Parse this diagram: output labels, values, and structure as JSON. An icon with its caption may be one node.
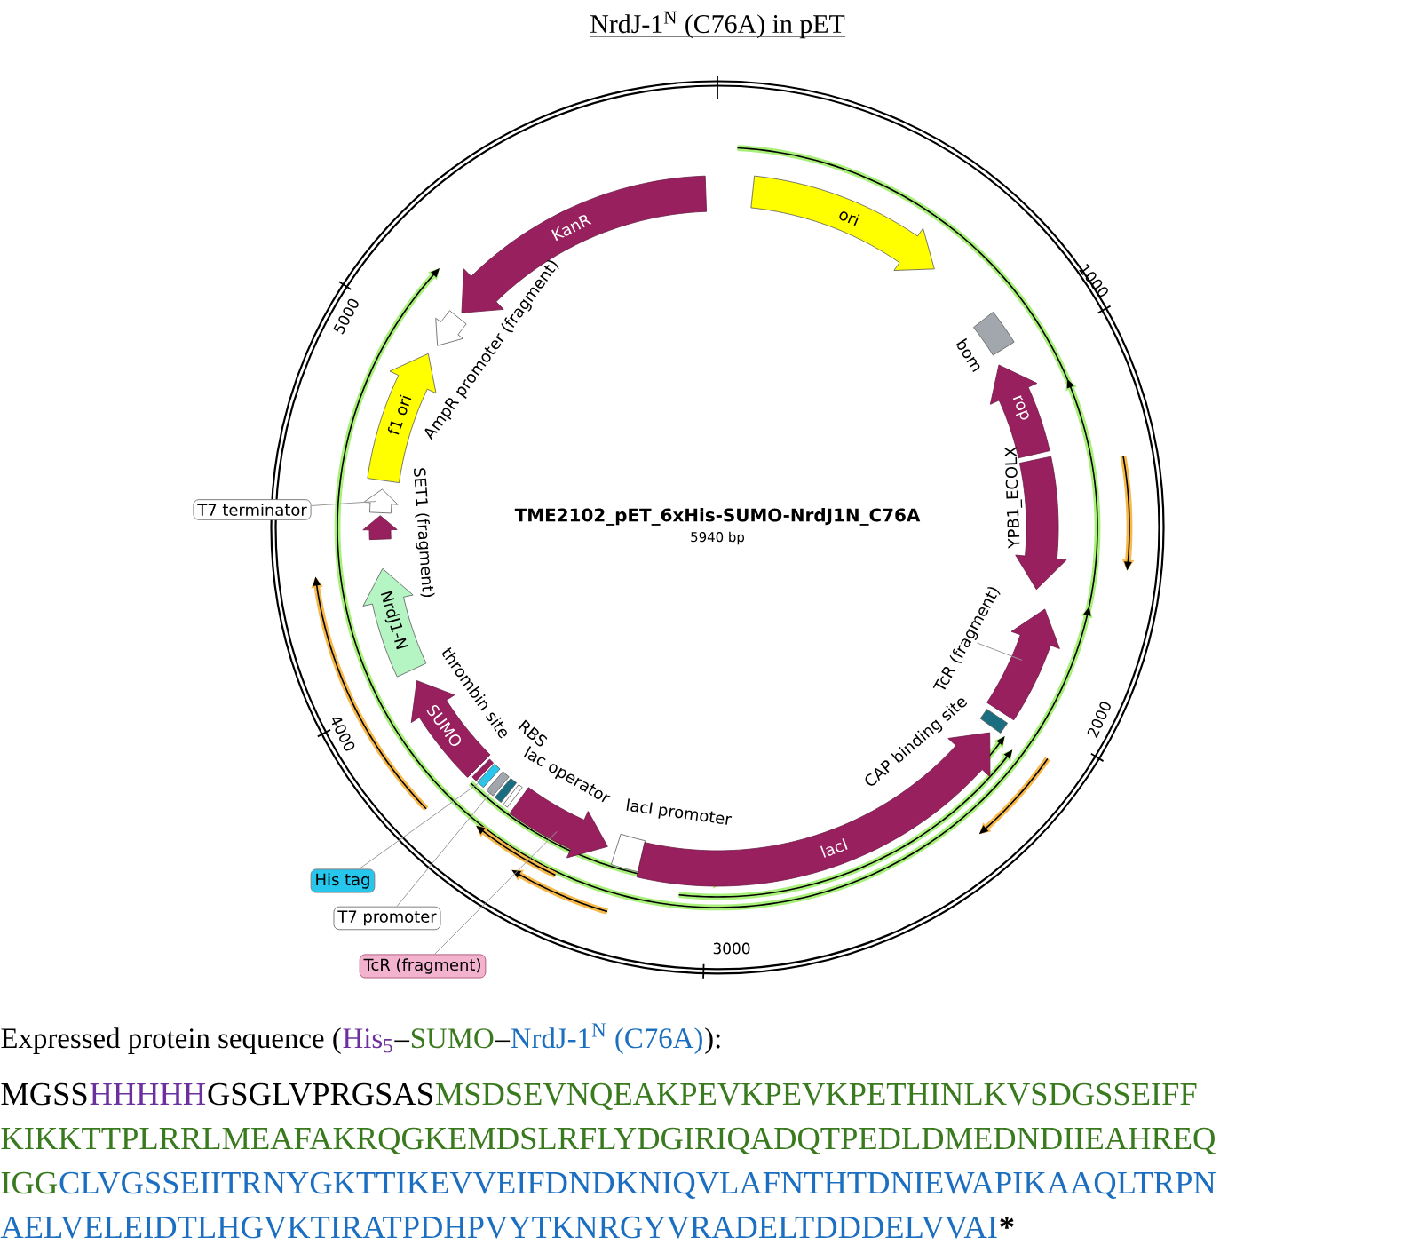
{
  "diagram": {
    "title": "NrdJ-1$^{N}$ (C76A) in pET",
    "nodes": [
      {
        "text": [
          "KanR"
        ]
      },
      {
        "text": [
          "ori"
        ]
      },
      {
        "text": [],
        "shape": "arrow",
        "beside": [
          "AmpR promoter (fragment)"
        ]
      },
      {
        "text": [],
        "shape": "box",
        "beside": [
          "bom"
        ]
      },
      {
        "text": [
          "f1 ori"
        ]
      },
      {
        "text": [
          "rop"
        ]
      },
      {
        "text": [
          "T7 terminator"
        ]
      },
      {
        "text": [],
        "shape": "arrow"
      },
      {
        "text": [],
        "shape": "arrow"
      },
      {
        "text": [],
        "shape": "arrow",
        "beside": [
          "YPB1_ECOLX"
        ]
      },
      {
        "text": [
          "NrdJ1-N"
        ]
      },
      {
        "text": [
          "TcR (fragment)"
        ]
      },
      {
        "text": [],
        "shape": "arrow"
      },
      {
        "text": [
          "SUMO"
        ]
      },
      {
        "text": [],
        "shape": "bar"
      },
      {
        "text": [],
        "shape": "bar"
      },
      {
        "text": [],
        "shape": "bar"
      },
      {
        "text": [],
        "shape": "bar",
        "beside": [
          "lac operator"
        ]
      },
      {
        "text": [],
        "shape": "bar"
      },
      {
        "text": [],
        "shape": "arrow"
      },
      {
        "text": [],
        "shape": "box",
        "beside": [
          "lacI promoter"
        ]
      },
      {
        "text": [
          "lacI"
        ]
      },
      {
        "text": [],
        "shape": "bar"
      },
      {
        "text": [
          "His tag"
        ]
      },
      {
        "text": [
          "T7 promoter"
        ]
      },
      {
        "text": [
          "TcR (fragment)"
        ]
      }
    ],
    "edges": [
      {
        "from": 6,
        "to": 7,
        "arrow": "none"
      },
      {
        "from": 11,
        "to": 12,
        "arrow": "none"
      },
      {
        "from": 23,
        "to": 15,
        "arrow": "none"
      },
      {
        "from": 24,
        "to": 16,
        "arrow": "none"
      },
      {
        "from": 25,
        "to": 19,
        "arrow": "none"
      }
    ],
    "labels": [
      "1000",
      "5000",
      "SET1 (fragment)",
      "TME2102_pET_6xHis-SUMO-NrdJ1N_C76A",
      "5940 bp",
      "4000",
      "thrombin site",
      "RBS",
      "CAP binding site",
      "2000",
      "3000",
      "Expressed protein sequence (",
      "His$_{5}$",
      "–",
      "SUMO",
      "–",
      "NrdJ-1$^{N}$ (C76A)",
      "):",
      "MGSS",
      "HHHHH",
      "GSGLVPRGSAS",
      "MSDSEVNQEAKPEVKPEVKPETHINLKVSDGSSEIFF",
      "KIKKTTPLRRLMEAFAKRQGKEMDSLRFLYDGIRIQADQTPEDLDMEDNDIIEAHREQ",
      "IGG",
      "CLVGSSEIITRNYGKTTIKEVVEIFDNDKNIQVLAFNTHTDNIEWAPIKAAQLTRPN",
      "AELVELEIDTLHGVKTIRATPDHPVYTKNRGYVRADELTDDDELVVAI",
      "*"
    ]
  }
}
